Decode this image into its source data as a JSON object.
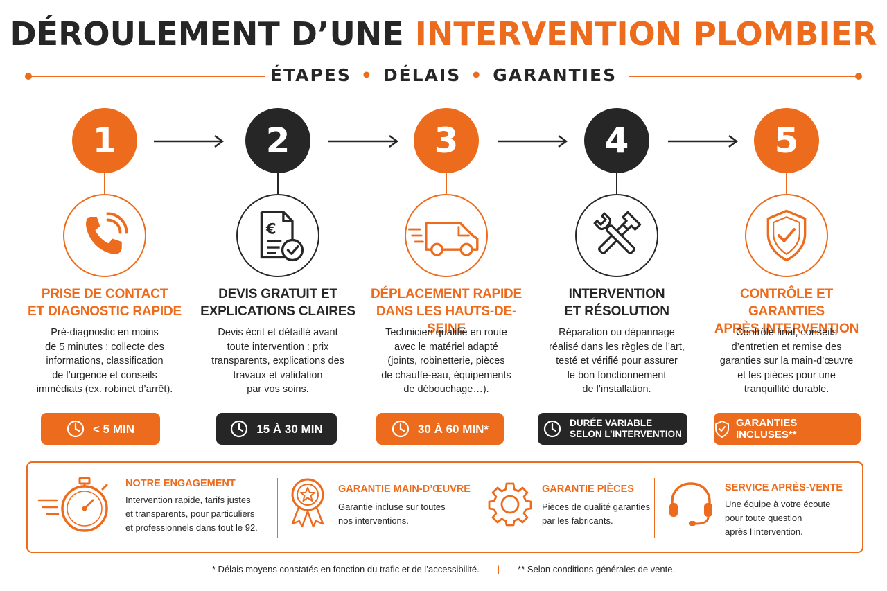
{
  "header": {
    "title_part1": "DÉROULEMENT D’UNE",
    "title_part2": "INTERVENTION PLOMBIER",
    "subtitle": [
      "ÉTAPES",
      "DÉLAIS",
      "GARANTIES"
    ]
  },
  "colors": {
    "accent": "#ec6b1c",
    "dark": "#262626"
  },
  "steps": [
    {
      "number": "1",
      "icon": "phone-icon",
      "title": "PRISE DE CONTACT\nET DIAGNOSTIC RAPIDE",
      "description": "Pré-diagnostic en moins\nde 5 minutes : collecte des\ninformations, classification\nde l’urgence et conseils\nimmédiats (ex. robinet d’arrêt).",
      "badge": "< 5 MIN",
      "badge_icon": "clock-icon"
    },
    {
      "number": "2",
      "icon": "quote-document-icon",
      "title": "DEVIS GRATUIT ET\nEXPLICATIONS CLAIRES",
      "description": "Devis écrit et détaillé avant\ntoute intervention : prix\ntransparents, explications des\ntravaux et validation\npar vos soins.",
      "badge": "15 À 30 MIN",
      "badge_icon": "clock-icon"
    },
    {
      "number": "3",
      "icon": "van-icon",
      "title": "DÉPLACEMENT RAPIDE\nDANS LES HAUTS-DE-SEINE",
      "description": "Technicien qualifié en route\navec le matériel adapté\n(joints, robinetterie, pièces\nde chauffe-eau, équipements\nde débouchage…).",
      "badge": "30 À 60 MIN*",
      "badge_icon": "clock-icon"
    },
    {
      "number": "4",
      "icon": "tools-icon",
      "title": "INTERVENTION\nET RÉSOLUTION",
      "description": "Réparation ou dépannage\nréalisé dans les règles de l’art,\ntesté et vérifié pour assurer\nle bon fonctionnement\nde l’installation.",
      "badge": "DURÉE VARIABLE\nSELON L’INTERVENTION",
      "badge_icon": "clock-icon"
    },
    {
      "number": "5",
      "icon": "shield-check-icon",
      "title": "CONTRÔLE ET GARANTIES\nAPRÈS INTERVENTION",
      "description": "Contrôle final, conseils\nd’entretien et remise  des\ngaranties sur la main-d’œuvre\net les pièces pour une\ntranquillité durable.",
      "badge": "GARANTIES INCLUSES**",
      "badge_icon": "shield-check-icon"
    }
  ],
  "engagements": [
    {
      "icon": "stopwatch-icon",
      "title": "NOTRE ENGAGEMENT",
      "description": "Intervention rapide, tarifs justes\net transparents, pour particuliers\net professionnels dans tout le 92."
    },
    {
      "icon": "award-ribbon-icon",
      "title": "GARANTIE MAIN-D’ŒUVRE",
      "description": "Garantie incluse sur toutes\nnos interventions."
    },
    {
      "icon": "gear-icon",
      "title": "GARANTIE PIÈCES",
      "description": "Pièces de qualité garanties\npar les fabricants."
    },
    {
      "icon": "headset-icon",
      "title": "SERVICE APRÈS-VENTE",
      "description": "Une équipe à votre écoute\npour toute question\naprès l’intervention."
    }
  ],
  "footnotes": {
    "note1": "* Délais moyens constatés en fonction du trafic et de l’accessibilité.",
    "separator": "|",
    "note2": "** Selon conditions générales de vente."
  }
}
